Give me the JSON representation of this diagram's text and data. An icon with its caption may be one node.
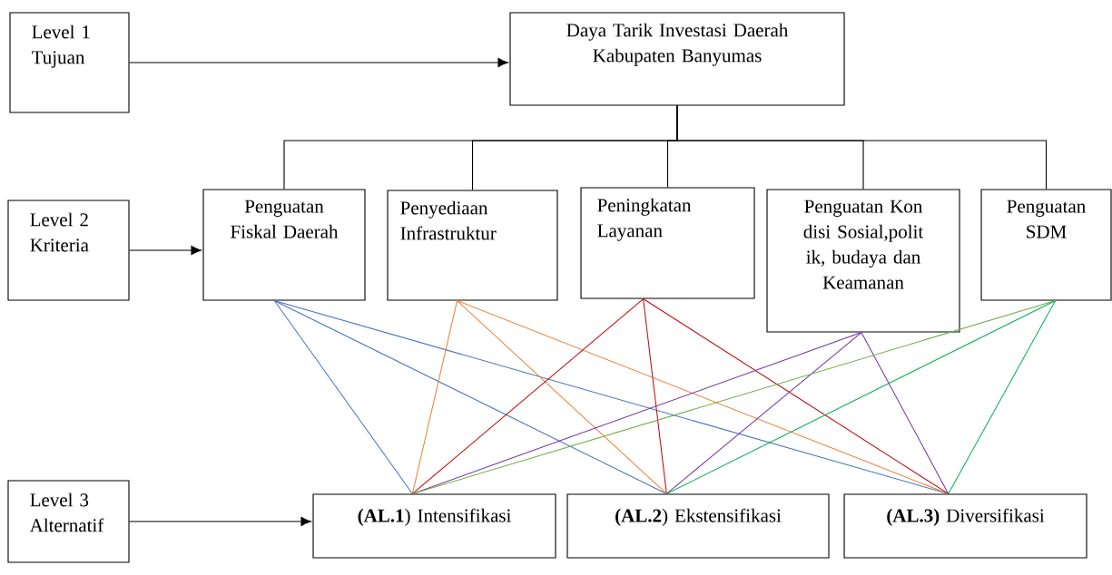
{
  "diagram": {
    "nodes": [
      {
        "text": [
          "Level 1 Tujuan"
        ]
      },
      {
        "text": [
          "Daya Tarik Investasi Daerah Kabupaten Banyumas"
        ]
      },
      {
        "text": [
          "Level  2 Kriteria"
        ]
      },
      {
        "text": [
          "Penguatan Fiskal Daerah"
        ]
      },
      {
        "text": [
          "Penyediaan Infrastruktur"
        ]
      },
      {
        "text": [
          "Peningkatan Layanan"
        ]
      },
      {
        "text": [
          "Penguatan Kon disi Sosial,polit ik, budaya dan Keamanan"
        ]
      },
      {
        "text": [
          "Penguatan SDM"
        ]
      },
      {
        "text": [
          "Level 3 Alternatif"
        ]
      },
      {
        "text": [
          "**(AL.1**) Intensifikasi"
        ]
      },
      {
        "text": [
          "**(AL.2**) Ekstensifikasi"
        ]
      },
      {
        "text": [
          "**(AL.3)** Diversifikasi"
        ]
      }
    ],
    "edges": [
      {
        "from": 0,
        "to": 1,
        "arrow": "to"
      },
      {
        "from": 1,
        "to": 3,
        "arrow": "none"
      },
      {
        "from": 1,
        "to": 4,
        "arrow": "none"
      },
      {
        "from": 1,
        "to": 5,
        "arrow": "none"
      },
      {
        "from": 1,
        "to": 6,
        "arrow": "none"
      },
      {
        "from": 1,
        "to": 7,
        "arrow": "none"
      },
      {
        "from": 2,
        "to": 3,
        "arrow": "to"
      },
      {
        "from": 3,
        "to": 9,
        "arrow": "none",
        "color": "#4472c4"
      },
      {
        "from": 3,
        "to": 10,
        "arrow": "none",
        "color": "#4472c4"
      },
      {
        "from": 3,
        "to": 11,
        "arrow": "none",
        "color": "#4472c4"
      },
      {
        "from": 4,
        "to": 9,
        "arrow": "none",
        "color": "#ed7d31"
      },
      {
        "from": 4,
        "to": 10,
        "arrow": "none",
        "color": "#ed7d31"
      },
      {
        "from": 4,
        "to": 11,
        "arrow": "none",
        "color": "#ed7d31"
      },
      {
        "from": 5,
        "to": 9,
        "arrow": "none",
        "color": "#c00000"
      },
      {
        "from": 5,
        "to": 10,
        "arrow": "none",
        "color": "#c00000"
      },
      {
        "from": 5,
        "to": 11,
        "arrow": "none",
        "color": "#c00000"
      },
      {
        "from": 6,
        "to": 9,
        "arrow": "none",
        "color": "#7030a0"
      },
      {
        "from": 6,
        "to": 10,
        "arrow": "none",
        "color": "#7030a0"
      },
      {
        "from": 6,
        "to": 11,
        "arrow": "none",
        "color": "#7030a0"
      },
      {
        "from": 7,
        "to": 9,
        "arrow": "none",
        "color": "#70ad47"
      },
      {
        "from": 7,
        "to": 10,
        "arrow": "none",
        "color": "#00b050"
      },
      {
        "from": 7,
        "to": 11,
        "arrow": "none",
        "color": "#00b050"
      },
      {
        "from": 8,
        "to": 9,
        "arrow": "to"
      }
    ]
  }
}
